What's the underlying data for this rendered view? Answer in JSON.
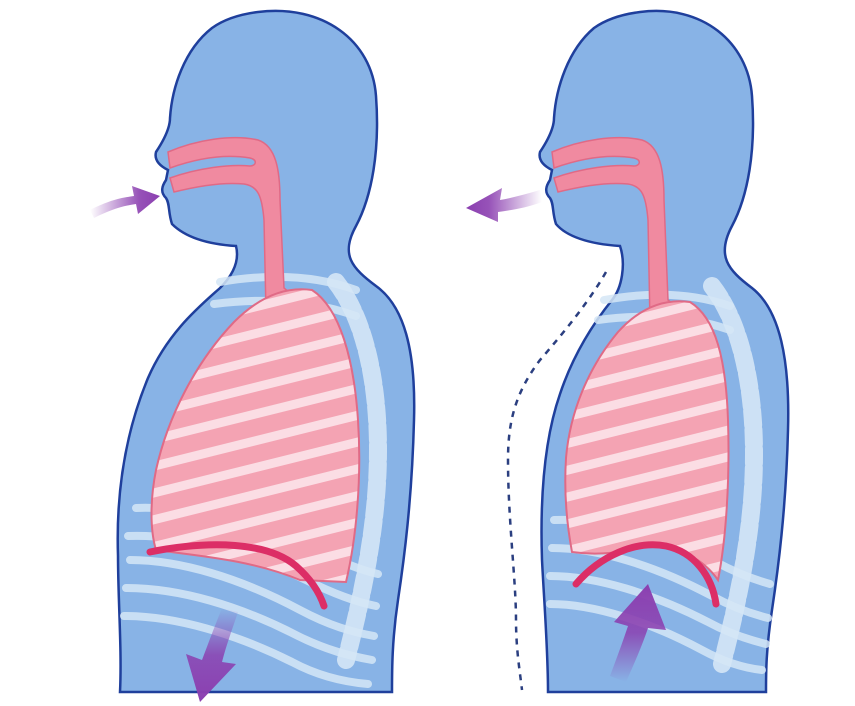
{
  "diagram": {
    "panels": [
      {
        "phase": "inhalation",
        "airflow": "in",
        "diaphragm": "contracted-flattened",
        "abdomen": "expanded",
        "outline_shown": false
      },
      {
        "phase": "exhalation",
        "airflow": "out",
        "diaphragm": "relaxed-domed",
        "abdomen": "retracted",
        "outline_shown": true
      }
    ],
    "colors": {
      "background": "#ffffff",
      "body_fill": "#88b3e6",
      "body_stroke": "#1f3f9c",
      "airway": "#f08aa0",
      "lung": "#f4a3b3",
      "lung_stripe": "#fbdde4",
      "lung_stroke": "#e06a86",
      "diaphragm": "#dc2e66",
      "bone": "#d5e6f6",
      "arrow": "#8b3fb0",
      "outline_dash": "#2b3f80"
    }
  }
}
